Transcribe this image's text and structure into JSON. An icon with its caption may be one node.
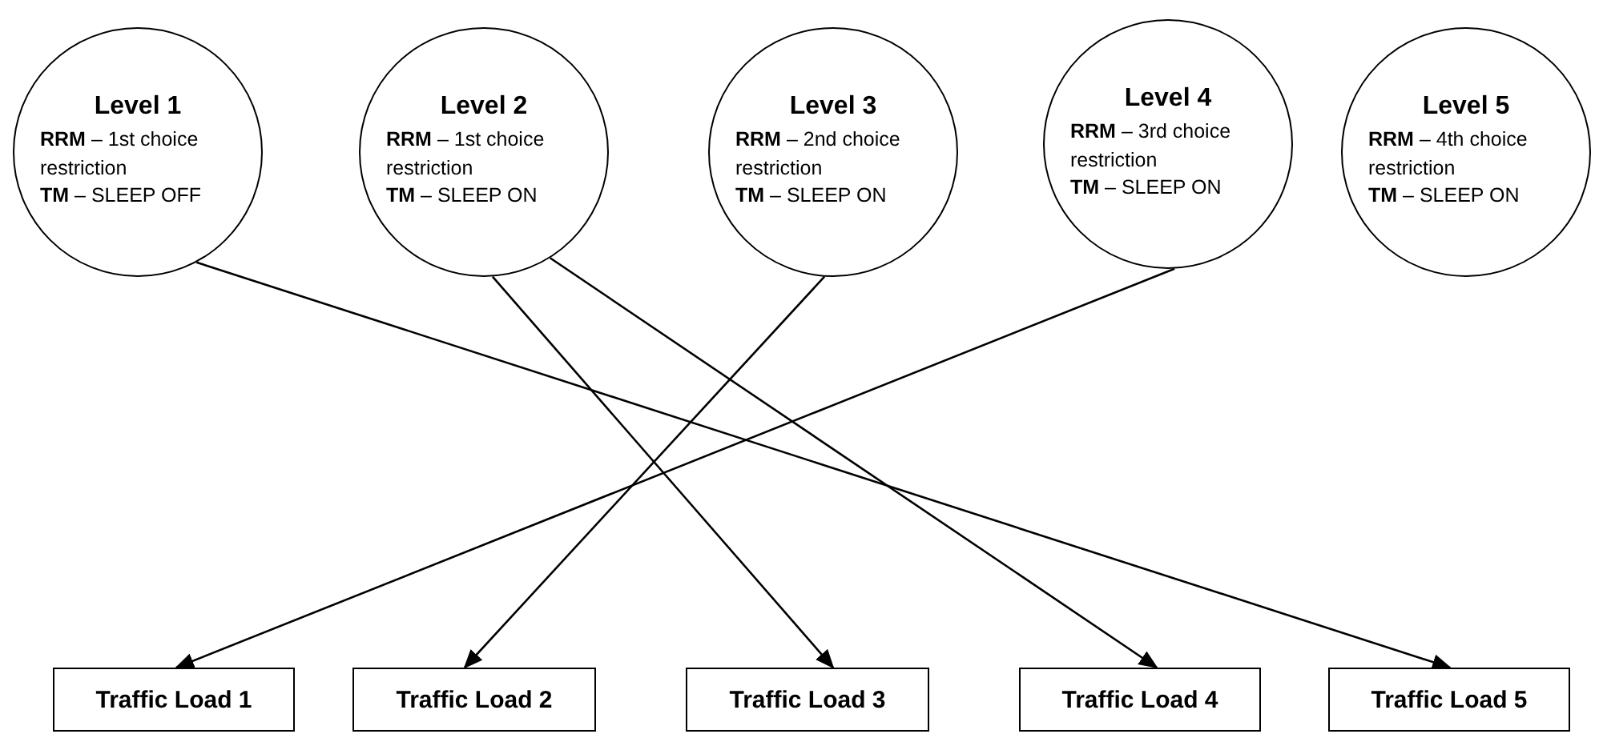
{
  "diagram": {
    "nodes": [
      {
        "text": [
          "Level 1",
          "**RRM** – 1st choice restriction",
          "**TM** – SLEEP OFF"
        ]
      },
      {
        "text": [
          "Level 2",
          "**RRM** – 1st choice restriction",
          "**TM** – SLEEP ON"
        ]
      },
      {
        "text": [
          "Level 3",
          "**RRM** – 2nd choice restriction",
          "**TM** – SLEEP ON"
        ]
      },
      {
        "text": [
          "Level 4",
          "**RRM** – 3rd choice restriction",
          "**TM** – SLEEP ON"
        ]
      },
      {
        "text": [
          "Level 5",
          "**RRM** – 4th choice restriction",
          "**TM** – SLEEP ON"
        ]
      },
      {
        "text": [
          "Traffic Load 1"
        ]
      },
      {
        "text": [
          "Traffic Load 2"
        ]
      },
      {
        "text": [
          "Traffic Load 3"
        ]
      },
      {
        "text": [
          "Traffic Load 4"
        ]
      },
      {
        "text": [
          "Traffic Load 5"
        ]
      }
    ],
    "edges": [
      {
        "from": 0,
        "to": 9,
        "arrow": "to"
      },
      {
        "from": 1,
        "to": 7,
        "arrow": "to"
      },
      {
        "from": 1,
        "to": 8,
        "arrow": "to"
      },
      {
        "from": 2,
        "to": 6,
        "arrow": "to"
      },
      {
        "from": 3,
        "to": 5,
        "arrow": "to"
      }
    ]
  }
}
